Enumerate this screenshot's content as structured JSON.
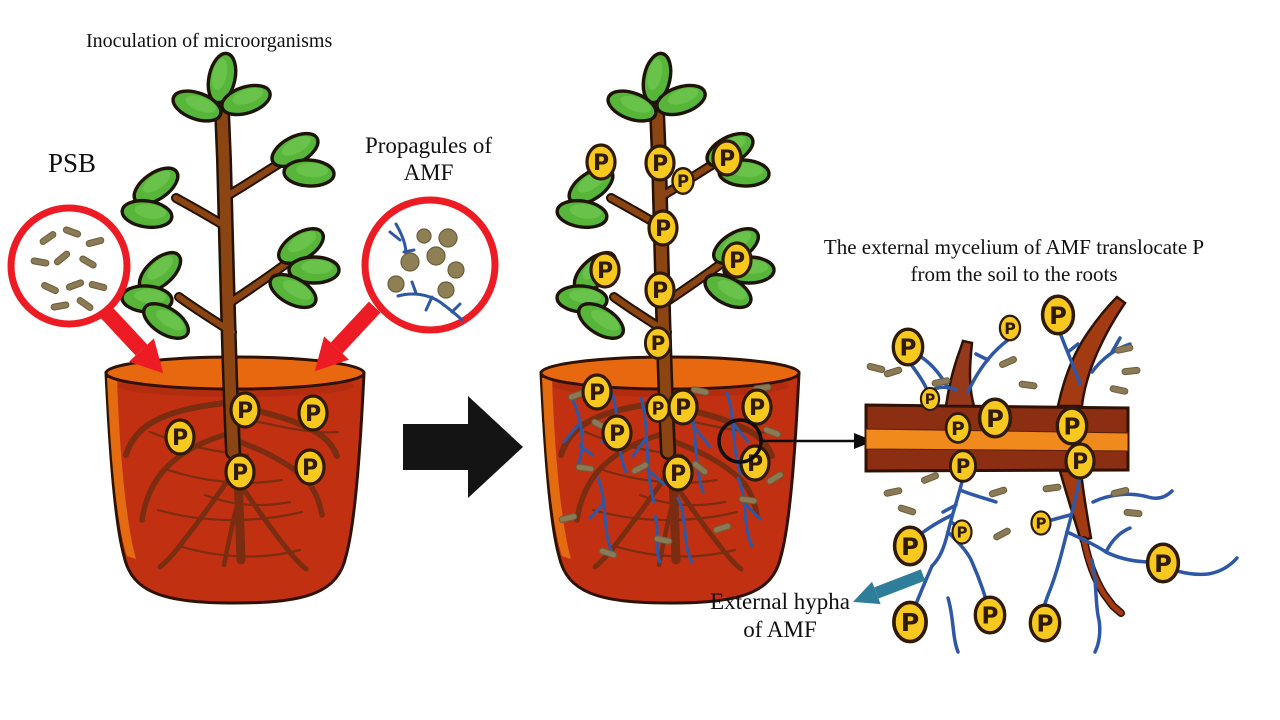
{
  "title": "Inoculation of microorganisms",
  "p_coin": {
    "label": "P"
  },
  "labels": {
    "psb": "PSB",
    "propagules_line1": "Propagules of",
    "propagules_line2": "AMF",
    "mycelium_line1": "The external mycelium of AMF translocate P",
    "mycelium_line2": "from the soil to the roots",
    "external_hypha_line1": "External hypha",
    "external_hypha_line2": "of AMF"
  },
  "colors": {
    "magnifier_ring_red": "#ED1C24",
    "arrow_red": "#ED1C24",
    "arrow_black": "#141414",
    "arrow_teal": "#2E7D9A",
    "pot_rim_orange": "#E8680F",
    "soil_red": "#C23012",
    "root_brown": "#7A2D10",
    "stem_brown": "#8B4513",
    "leaf_green": "#57B63A",
    "hypha_blue": "#2E58A6",
    "bacteria_olive": "#8A7A55",
    "p_coin_gold": "#F7C81E",
    "root_cortex_orange": "#F08A1C",
    "root_epidermis_dark": "#8B2E12"
  }
}
